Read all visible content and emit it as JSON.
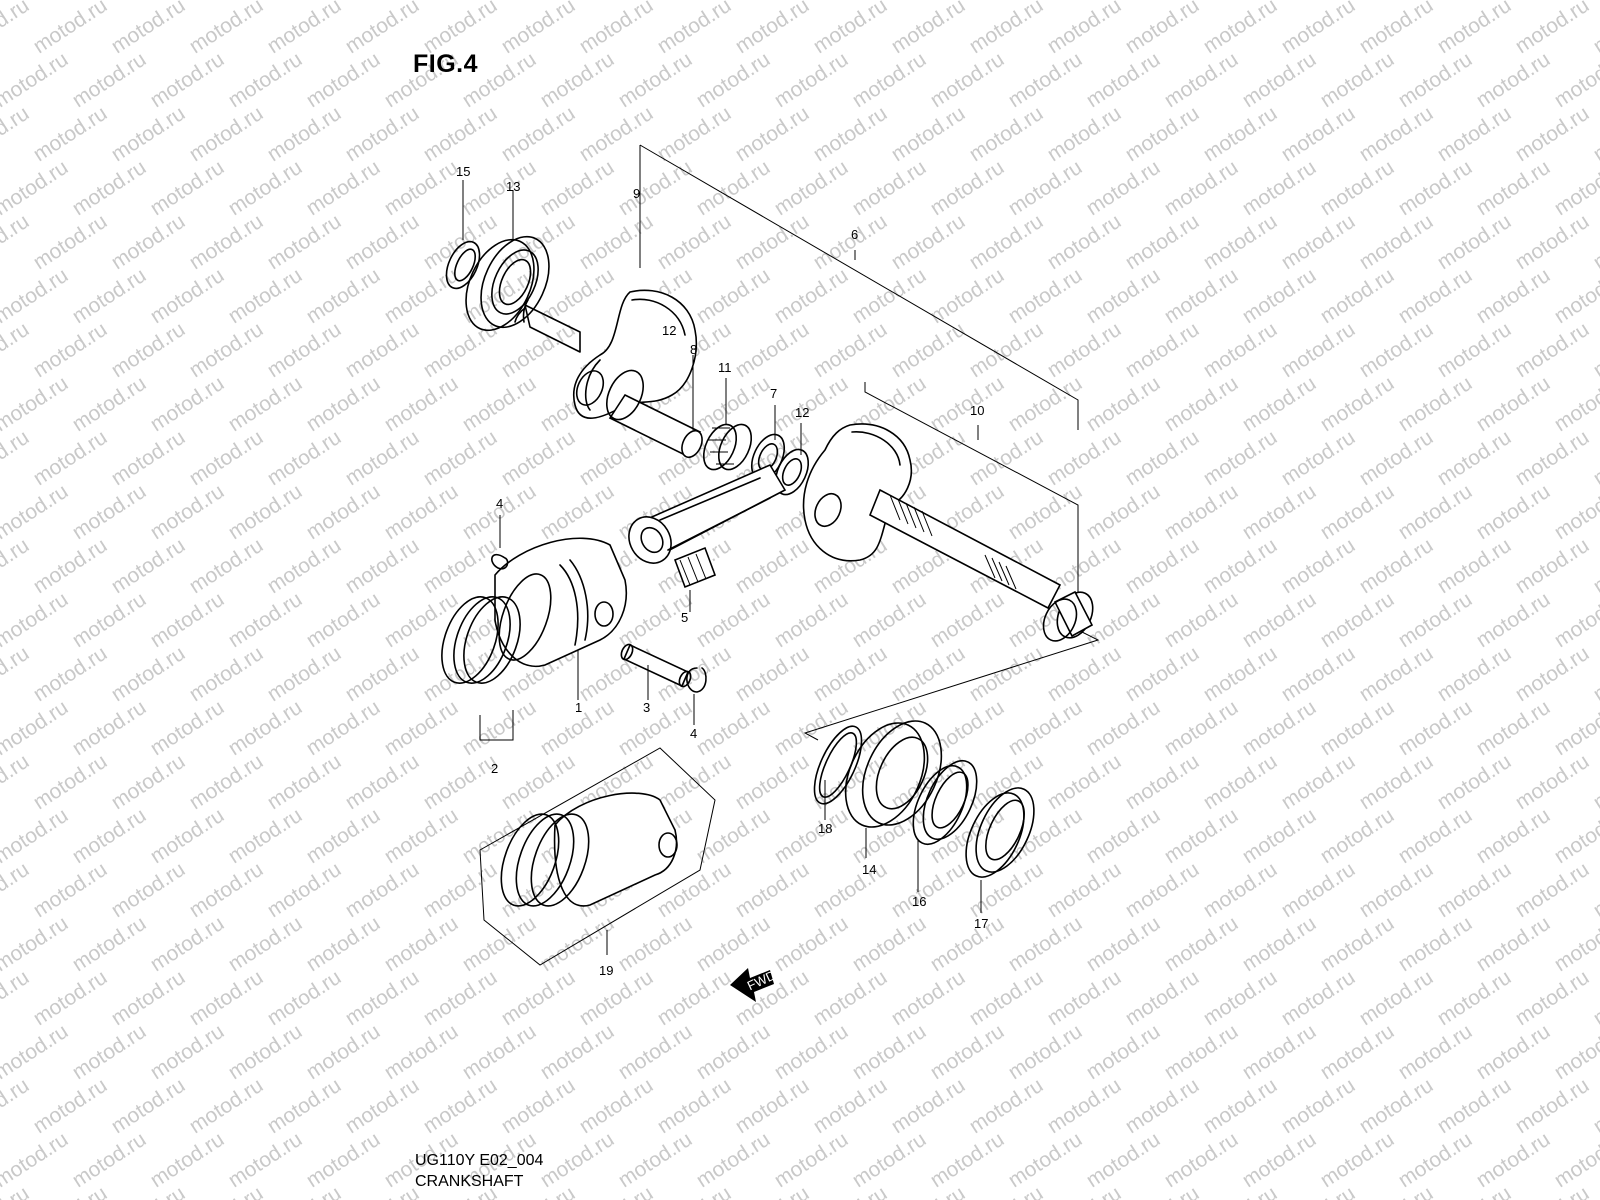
{
  "figure": {
    "title": "FIG.4"
  },
  "watermark": {
    "text": "motod.ru"
  },
  "footer": {
    "code": "UG110Y E02_004",
    "caption": "CRANKSHAFT"
  },
  "arrow": {
    "label": "FWD"
  },
  "callouts": {
    "c1": "1",
    "c2": "2",
    "c3": "3",
    "c4a": "4",
    "c4b": "4",
    "c5": "5",
    "c6": "6",
    "c7": "7",
    "c8": "8",
    "c9": "9",
    "c10": "10",
    "c11": "11",
    "c12a": "12",
    "c12b": "12",
    "c13": "13",
    "c14": "14",
    "c15": "15",
    "c16": "16",
    "c17": "17",
    "c18": "18",
    "c19": "19"
  }
}
